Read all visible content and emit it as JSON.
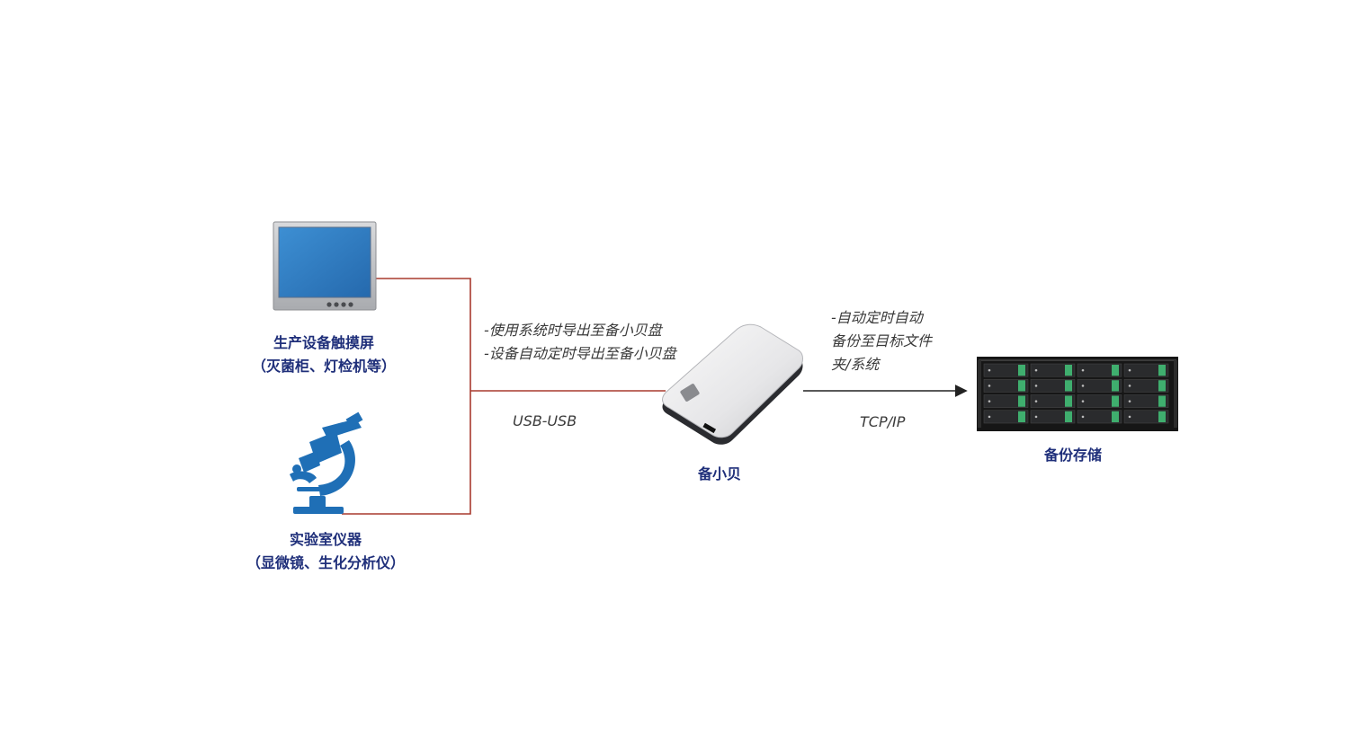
{
  "nodes": {
    "touchscreen": {
      "title": "生产设备触摸屏",
      "subtitle": "（灭菌柜、灯检机等）",
      "icon": "monitor-icon",
      "screen_color": "#2f7fc3"
    },
    "lab_instrument": {
      "title": "实验室仪器",
      "subtitle": "（显微镜、生化分析仪）",
      "icon": "microscope-icon",
      "color": "#1f6fb6"
    },
    "beixiaobei": {
      "title": "备小贝",
      "icon": "external-drive-icon"
    },
    "backup_storage": {
      "title": "备份存储",
      "icon": "server-rack-icon",
      "led_color": "#3fae6e"
    }
  },
  "connections": {
    "usb": {
      "label": "USB-USB",
      "notes": [
        "-使用系统时导出至备小贝盘",
        "-设备自动定时导出至备小贝盘"
      ],
      "color": "#a83a2e"
    },
    "tcpip": {
      "label": "TCP/IP",
      "notes": [
        "-自动定时自动",
        "备份至目标文件",
        "夹/系统"
      ],
      "color": "#222222"
    }
  }
}
